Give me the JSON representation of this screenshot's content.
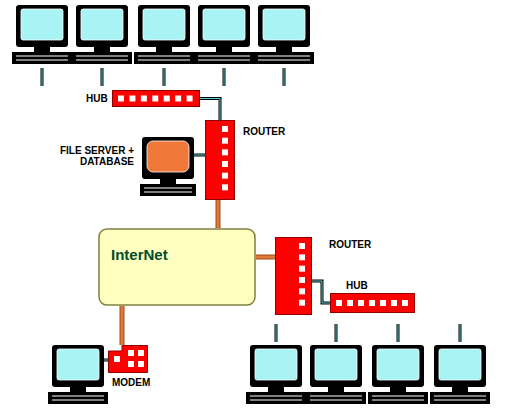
{
  "diagram": {
    "nodes": [
      {
        "text": [
          "HUB"
        ]
      },
      {
        "text": [
          "ROUTER"
        ]
      },
      {
        "text": [
          "FILE SERVER + DATABASE"
        ]
      },
      {
        "text": [
          "InterNet"
        ]
      },
      {
        "text": [
          "ROUTER"
        ]
      },
      {
        "text": [
          "HUB"
        ]
      },
      {
        "text": [
          "MODEM"
        ]
      }
    ],
    "edges": [
      {
        "from": 0,
        "to": 1,
        "arrow": "none"
      },
      {
        "from": 2,
        "to": 1,
        "arrow": "none"
      },
      {
        "from": 1,
        "to": 3,
        "arrow": "none"
      },
      {
        "from": 3,
        "to": 4,
        "arrow": "none"
      },
      {
        "from": 4,
        "to": 5,
        "arrow": "none"
      },
      {
        "from": 3,
        "to": 6,
        "arrow": "none"
      }
    ]
  }
}
